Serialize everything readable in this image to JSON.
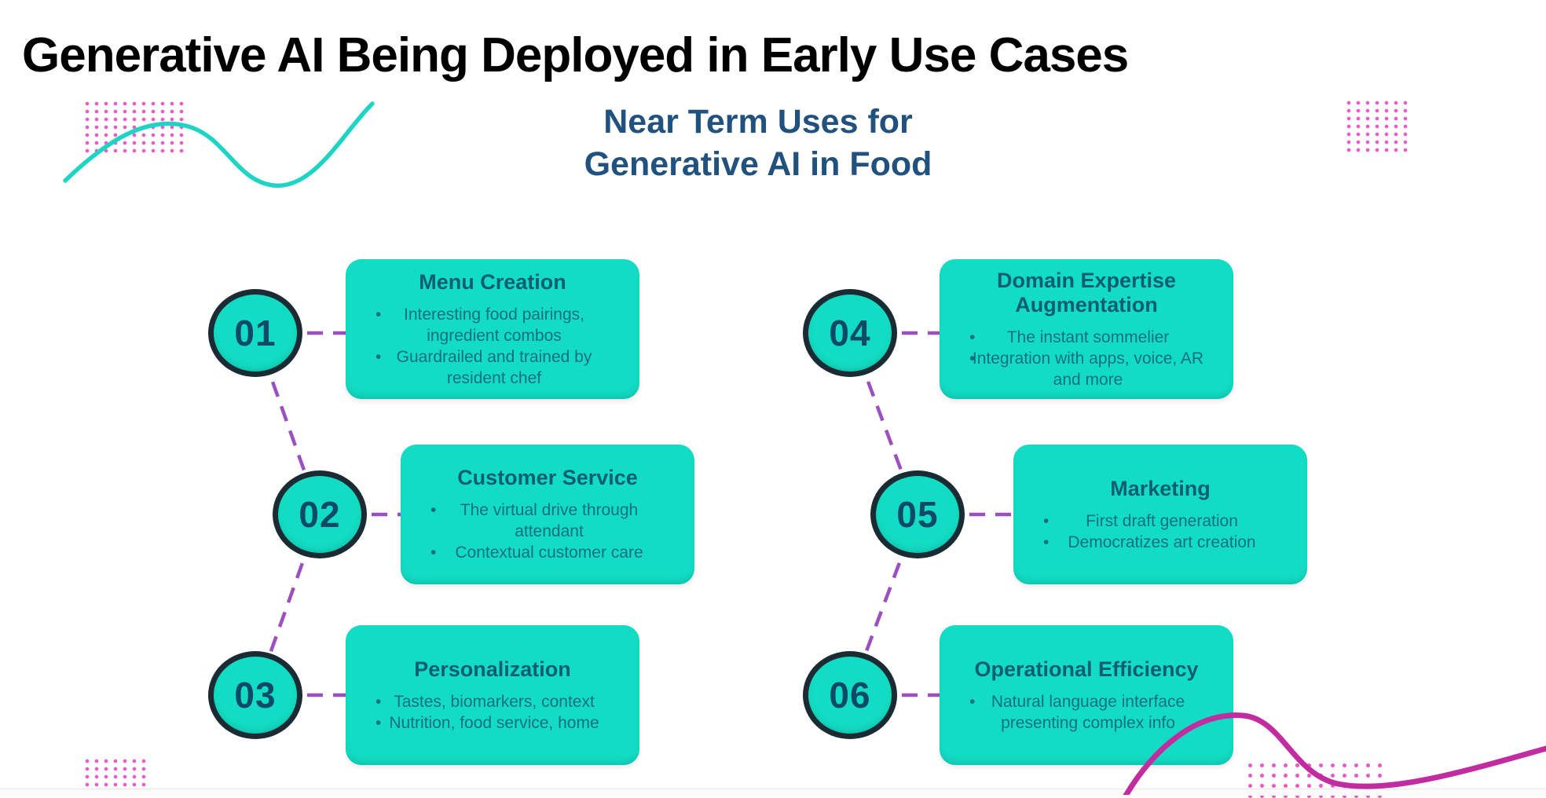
{
  "header": {
    "title": "Generative AI Being Deployed in Early Use Cases"
  },
  "diagram": {
    "subtitle_line1": "Near Term Uses for",
    "subtitle_line2": "Generative AI in Food",
    "items": [
      {
        "number": "01",
        "title": "Menu Creation",
        "bullets": [
          "Interesting food pairings, ingredient combos",
          "Guardrailed and trained by resident chef"
        ]
      },
      {
        "number": "02",
        "title": "Customer Service",
        "bullets": [
          "The virtual drive through attendant",
          "Contextual customer care"
        ]
      },
      {
        "number": "03",
        "title": "Personalization",
        "bullets": [
          "Tastes, biomarkers, context",
          "Nutrition, food service, home"
        ]
      },
      {
        "number": "04",
        "title": "Domain Expertise Augmentation",
        "bullets": [
          "The instant sommelier",
          "Integration with apps, voice, AR and more"
        ]
      },
      {
        "number": "05",
        "title": "Marketing",
        "bullets": [
          "First draft generation",
          "Democratizes art creation"
        ]
      },
      {
        "number": "06",
        "title": "Operational Efficiency",
        "bullets": [
          "Natural language interface presenting complex info"
        ]
      }
    ]
  },
  "colors": {
    "card_teal": "#13DCC4",
    "circle_border": "#1B2B33",
    "number_text": "#0C4A68",
    "card_title_text": "#0B5E70",
    "card_body_text": "#11707E",
    "subtitle_blue": "#21517E",
    "connector_purple": "#9C50C0",
    "wave_teal": "#1FD4C5",
    "wave_magenta": "#C12DA0",
    "dots_pink": "#E85BC5",
    "header_text": "#000000"
  }
}
